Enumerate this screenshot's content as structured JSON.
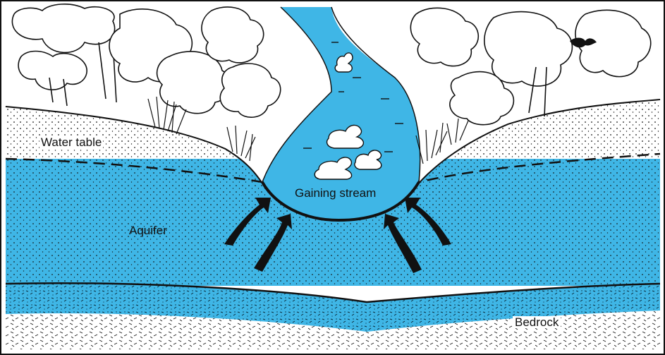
{
  "diagram": {
    "labels": {
      "water_table": "Water table",
      "gaining_stream": "Gaining stream",
      "aquifer": "Aquifer",
      "bedrock": "Bedrock"
    },
    "colors": {
      "water": "#3fb6e6",
      "stream_light": "#7fd0f0",
      "ink": "#111111",
      "paper": "#ffffff"
    },
    "icons": [
      "tree-icon",
      "grass-icon",
      "duck-icon",
      "flow-arrow-icon",
      "bird-icon"
    ]
  }
}
